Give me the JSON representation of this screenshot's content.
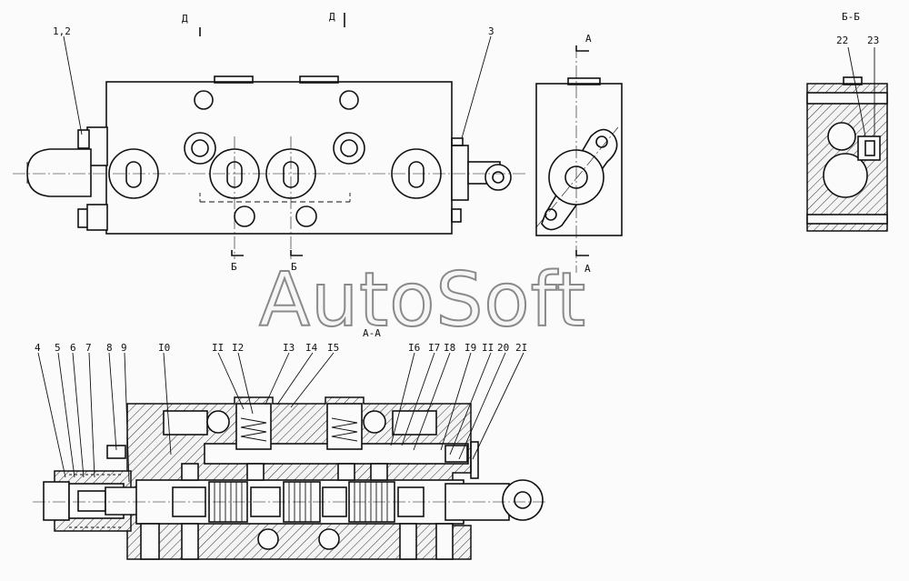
{
  "labels": {
    "top_left": "1,2",
    "top_d1": "Д",
    "top_d2": "Д",
    "top_right": "3",
    "view_a_top": "А",
    "view_a_bottom": "А",
    "section_b1": "Б",
    "section_b2": "Б",
    "section_bb_title": "Б-Б",
    "section_bb_22": "22",
    "section_bb_23": "23",
    "section_aa_title": "А-А"
  },
  "callouts": [
    "4",
    "5",
    "6",
    "7",
    "8",
    "9",
    "I0",
    "II",
    "I2",
    "I3",
    "I4",
    "I5",
    "I6",
    "I7",
    "I8",
    "I9",
    "II",
    "20",
    "2I"
  ],
  "watermark": "AutoSoft"
}
